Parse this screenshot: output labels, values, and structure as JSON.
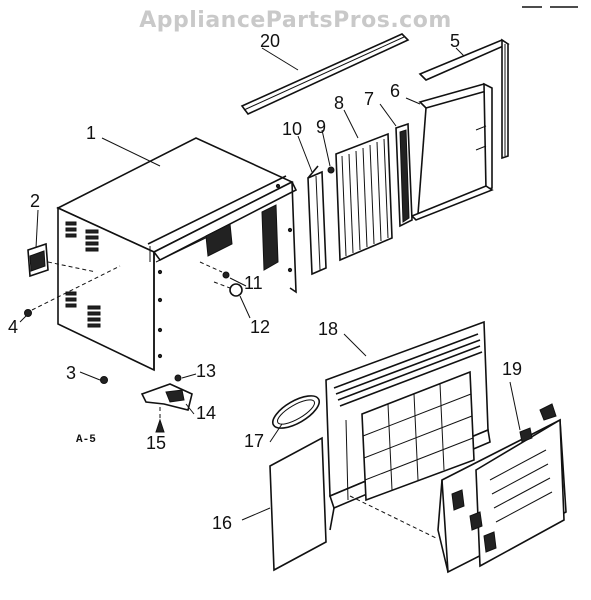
{
  "watermark": "AppliancePartsPros.com",
  "sheet_id": "A-5",
  "callouts": [
    "1",
    "2",
    "3",
    "4",
    "5",
    "6",
    "7",
    "8",
    "9",
    "10",
    "11",
    "12",
    "13",
    "14",
    "15",
    "16",
    "17",
    "18",
    "19",
    "20"
  ]
}
